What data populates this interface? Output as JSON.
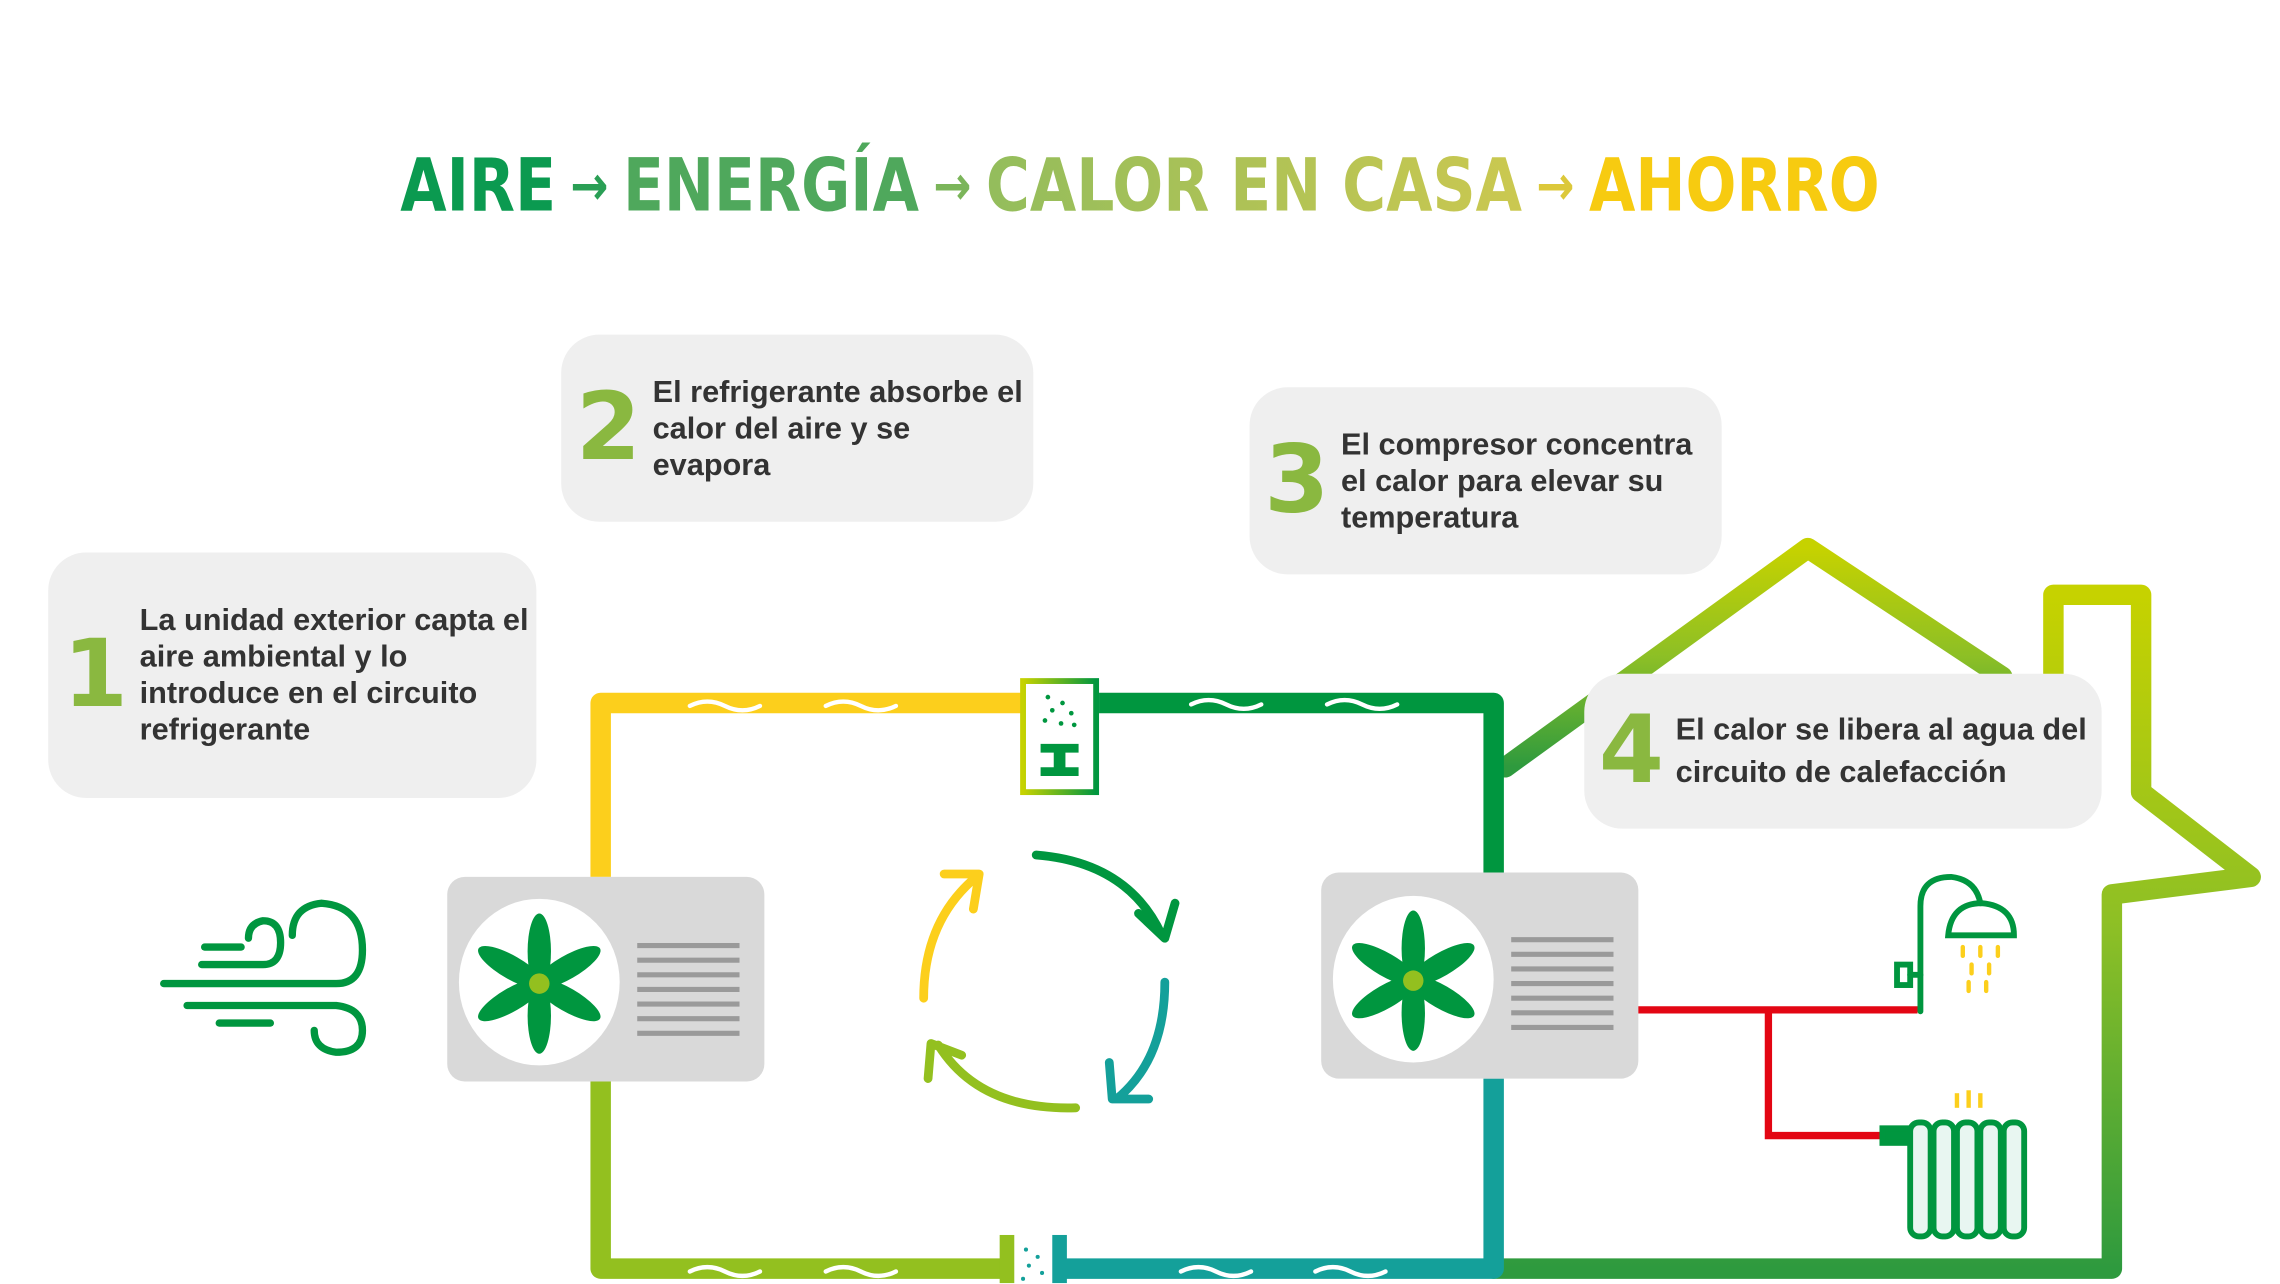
{
  "title": {
    "words": [
      "AIRE",
      "ENERGÍA",
      "CALOR EN CASA",
      "AHORRO"
    ],
    "arrow": "→",
    "colors": [
      "#0b9a50",
      "#4fa85c",
      "#a8c45a",
      "#f7cb10"
    ]
  },
  "steps": [
    {
      "number": "1",
      "text": "La unidad exterior capta el aire ambiental y lo introduce en el circuito refrigerante"
    },
    {
      "number": "2",
      "text": "El refrigerante absorbe el calor del aire y se evapora"
    },
    {
      "number": "3",
      "text": "El compresor concentra el calor para elevar su temperatura"
    },
    {
      "number": "4",
      "text": "El calor se libera al agua del circuito de calefacción"
    }
  ],
  "colors": {
    "yellow": "#fccf1c",
    "green": "#00963f",
    "lime": "#93c01f",
    "teal": "#14a09a",
    "red": "#e30613",
    "box": "#efefef",
    "unit": "#d9d9d9"
  }
}
